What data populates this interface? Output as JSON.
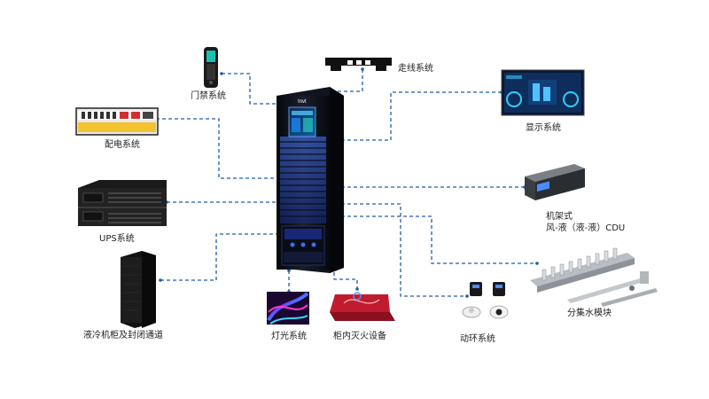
{
  "cabinet": {
    "brand_mark": "Invt"
  },
  "nodes": {
    "access_control": "门禁系统",
    "cabling": "走线系统",
    "display": "显示系统",
    "power_distribution": "配电系统",
    "cdu_line1": "机架式",
    "cdu_line2": "风-液（液-液）CDU",
    "ups": "UPS系统",
    "manifold": "分集水模块",
    "liquid_cabinet": "液冷机柜及封闭通道",
    "lighting": "灯光系统",
    "fire_suppression": "柜内灭火设备",
    "env_monitor": "动环系统"
  },
  "colors": {
    "connector": "#1f5fa8",
    "cabinet_body": "#0c0f16",
    "cabinet_glow": "#2a5bd6",
    "red_panel": "#b3182b"
  }
}
